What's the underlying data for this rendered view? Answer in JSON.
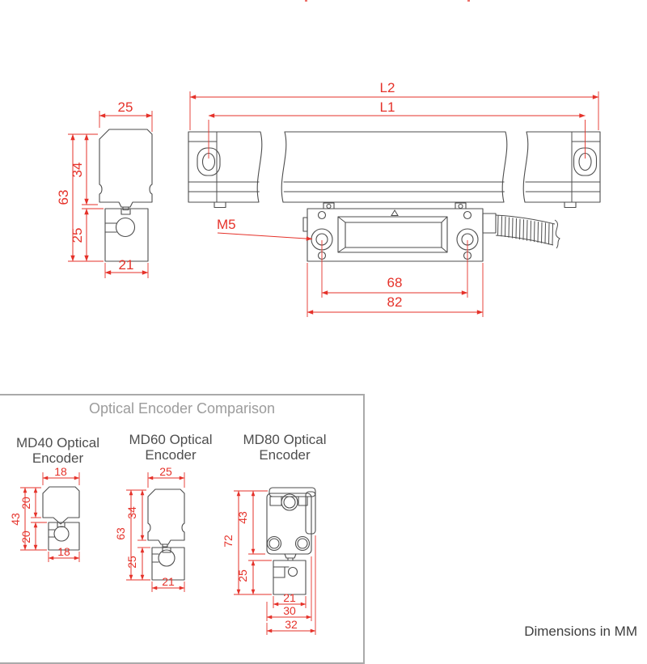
{
  "colors": {
    "dimension_red": "#e5322a",
    "line_dark": "#4d4d4d",
    "title_gray": "#9c9c9c",
    "label_gray": "#4e4e4e",
    "box_border_gray": "#aaaaaa"
  },
  "main_drawing": {
    "side_view": {
      "top_width": "25",
      "upper_height": "34",
      "total_height": "63",
      "lower_height": "25",
      "bottom_width": "21"
    },
    "front_view": {
      "overall_length_label": "L2",
      "mount_hole_spacing_label": "L1",
      "thread_label": "M5",
      "head_hole_spacing": "68",
      "head_width": "82"
    }
  },
  "comparison": {
    "title": "Optical Encoder Comparison",
    "models": [
      {
        "name_line1": "MD40 Optical",
        "name_line2": "Encoder",
        "dims": {
          "top_width": "18",
          "total_height": "43",
          "upper_height": "20",
          "lower_height": "20",
          "bottom_width": "18"
        }
      },
      {
        "name_line1": "MD60 Optical",
        "name_line2": "Encoder",
        "dims": {
          "top_width": "25",
          "total_height": "63",
          "upper_height": "34",
          "lower_height": "25",
          "bottom_width": "21"
        }
      },
      {
        "name_line1": "MD80 Optical",
        "name_line2": "Encoder",
        "dims": {
          "total_height": "72",
          "upper_height": "43",
          "lower_height": "25",
          "bottom_width_1": "21",
          "bottom_width_2": "30",
          "bottom_width_3": "32"
        }
      }
    ]
  },
  "footer": {
    "units_note": "Dimensions in MM"
  }
}
